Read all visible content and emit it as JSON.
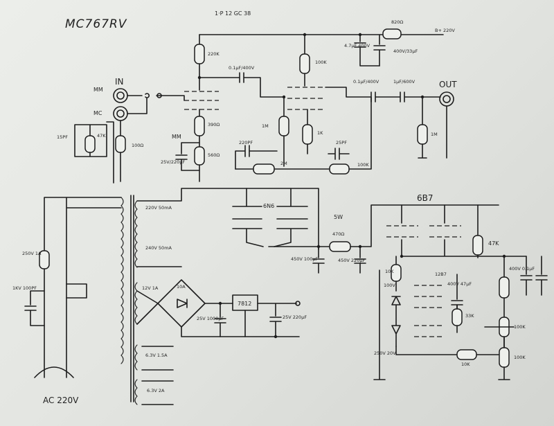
{
  "title": "MC767RV",
  "header_note": "1·P 12 GC 38",
  "input": {
    "label": "IN",
    "mm": "MM",
    "mc": "MC",
    "r47k": "47K",
    "c15pf": "15PF",
    "r100": "100Ω"
  },
  "preamp": {
    "r220k": "220K",
    "c_couple1": "0.1μF/400V",
    "r100k_plate": "100K",
    "c47uf": "4.7μF 400V",
    "r820": "820Ω",
    "bplus": "B+ 220V",
    "c_filter": "400V/33μF",
    "c_couple2": "0.1μF/400V",
    "c_out": "1μF/600V",
    "out": "OUT",
    "r1m_out": "1M",
    "r390": "390Ω",
    "r560": "560Ω",
    "mm_sw": "MM",
    "c_cath": "25V/220μF",
    "r1m_grid": "1M",
    "r1k": "1K",
    "c220pf": "220PF",
    "r2m": "2M",
    "c25pf": "25PF",
    "r100k_fb": "100K"
  },
  "power": {
    "fuse": "250V 1A",
    "sw_cap": "1KV 100PF",
    "t_220v": "220V 50mA",
    "t_240v": "240V 50mA",
    "t_12v": "12V 1A",
    "bridge": "10A",
    "cap_rect": "25V 1000μF",
    "regulator": "7812",
    "cap_reg": "25V 220μF",
    "t_63a": "6.3V 1.5A",
    "t_63b": "6.3V 2A",
    "ac": "AC 220V"
  },
  "rectifier": {
    "tube": "6N6",
    "r470": "470Ω",
    "r_watt": "5W",
    "c1": "450V 100μF",
    "c2": "450V 220μF"
  },
  "regulator": {
    "tube_6p": "6B7",
    "r47k": "47K",
    "r10k_a": "10K",
    "r_label": "100V",
    "tube_12": "12B7",
    "c47uf": "400V 47μF",
    "r33k": "33K",
    "zener": "250V 20V",
    "r10k_b": "10K",
    "cap_top": "400V 0.1μF",
    "r100k_a": "100K",
    "r100k_b": "100K"
  }
}
